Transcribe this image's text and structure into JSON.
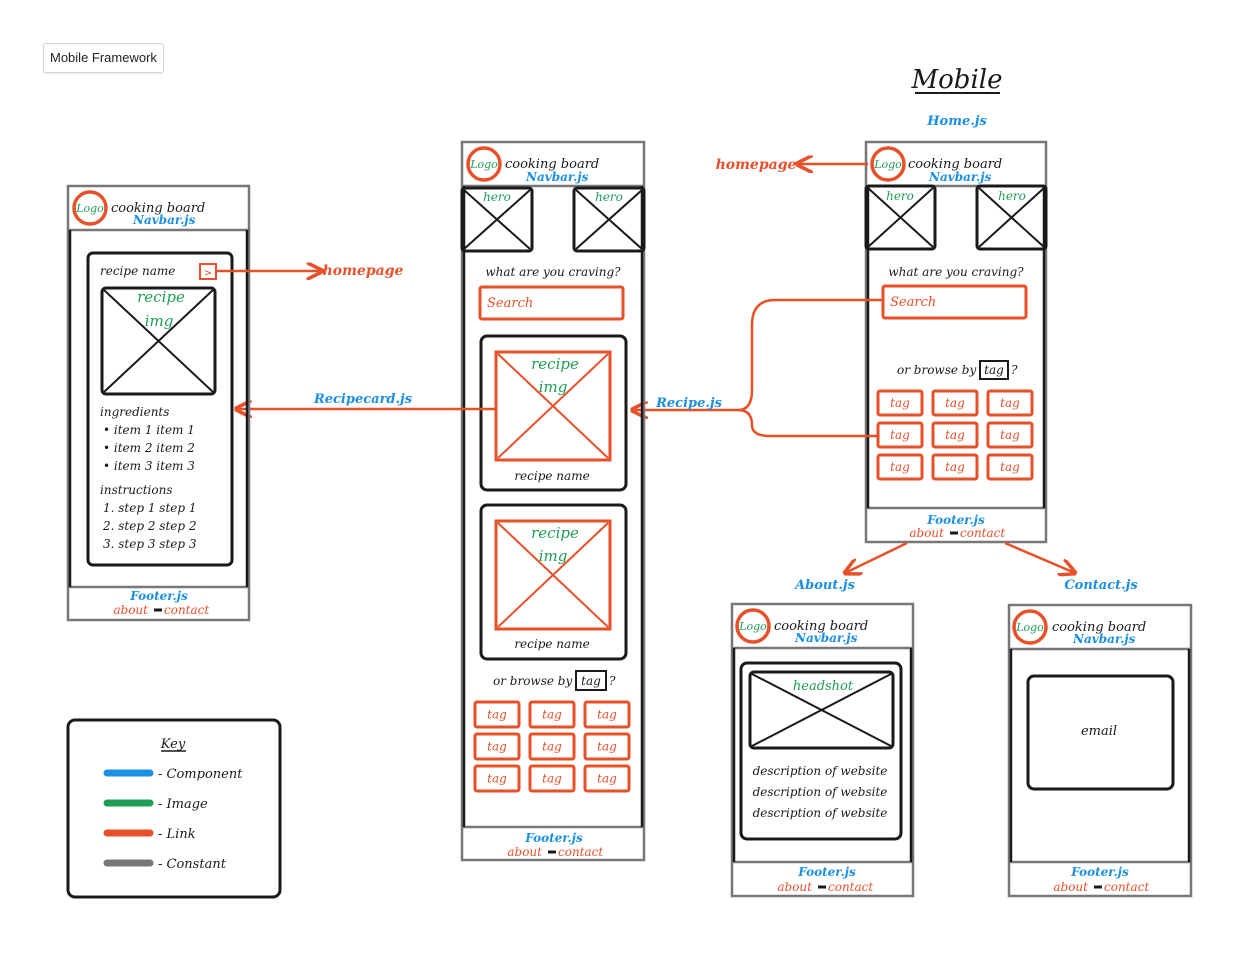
{
  "frame_label": "Mobile Framework",
  "title": "Mobile",
  "home_label": "Home.js",
  "navbar": {
    "logo": "Logo",
    "brand": "cooking board",
    "component": "Navbar.js"
  },
  "footer": {
    "component": "Footer.js",
    "about": "about",
    "contact": "contact"
  },
  "hero": "hero",
  "craving": "what are you craving?",
  "search_placeholder": "Search",
  "browse_prefix": "or browse by",
  "browse_tag": "tag",
  "browse_suffix": "?",
  "tag": "tag",
  "recipe_img": [
    "recipe",
    "img"
  ],
  "recipe_name": "recipe name",
  "homepage_link": "homepage",
  "recipe_js": "Recipe.js",
  "recipecard_js": "Recipecard.js",
  "about_js": "About.js",
  "contact_js": "Contact.js",
  "link_arrow": ">",
  "ingredients": {
    "heading": "ingredients",
    "items": [
      "• item 1 item 1",
      "• item 2 item 2",
      "• item 3 item 3"
    ]
  },
  "instructions": {
    "heading": "instructions",
    "steps": [
      "1. step 1 step 1",
      "2. step 2 step 2",
      "3. step 3 step 3"
    ]
  },
  "about_page": {
    "headshot": "headshot",
    "description": [
      "description of website",
      "description of website",
      "description of website"
    ]
  },
  "contact_page": {
    "email": "email"
  },
  "key": {
    "title": "Key",
    "items": [
      {
        "label": "- Component",
        "color": "#1a8fe3"
      },
      {
        "label": "- Image",
        "color": "#1f9d55"
      },
      {
        "label": "- Link",
        "color": "#e8502a"
      },
      {
        "label": "- Constant",
        "color": "#777777"
      }
    ]
  },
  "colors": {
    "component": "#1a8fe3",
    "image": "#1f9d55",
    "link": "#e8502a",
    "constant": "#777777",
    "outline": "#1a1a1a"
  }
}
